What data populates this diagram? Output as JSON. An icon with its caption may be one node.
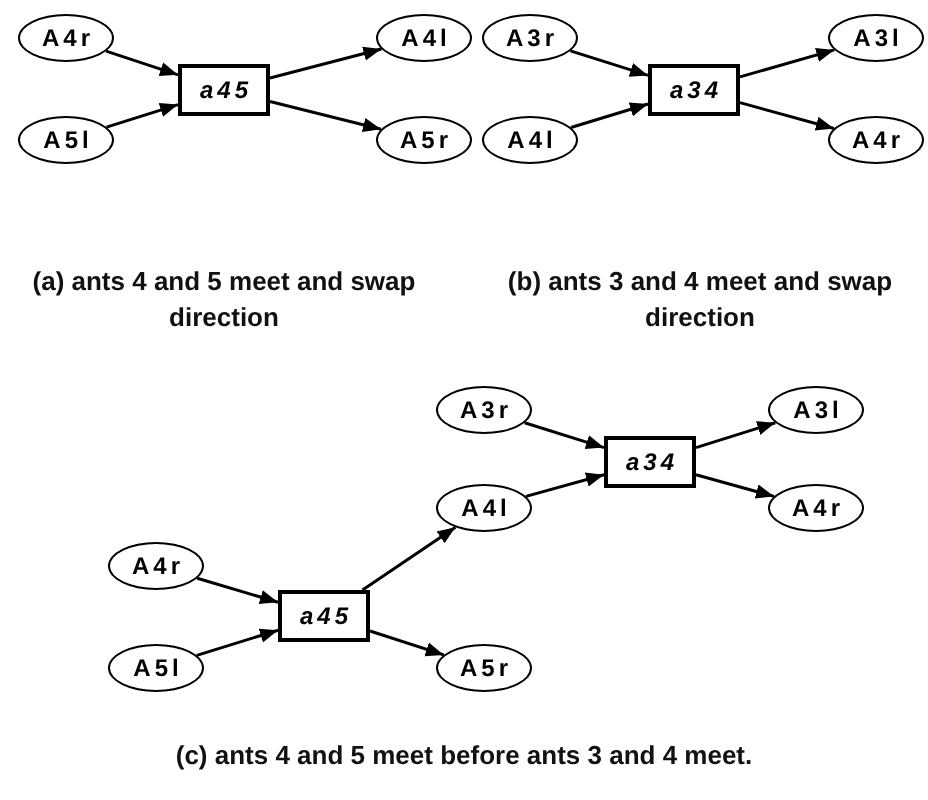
{
  "diagram": {
    "nodes": [
      {
        "text": [
          "A4r"
        ]
      },
      {
        "text": [
          "A5l"
        ]
      },
      {
        "text": [
          "a45"
        ]
      },
      {
        "text": [
          "A4l"
        ]
      },
      {
        "text": [
          "A5r"
        ]
      },
      {
        "text": [
          "A3r"
        ]
      },
      {
        "text": [
          "A4l"
        ]
      },
      {
        "text": [
          "a34"
        ]
      },
      {
        "text": [
          "A3l"
        ]
      },
      {
        "text": [
          "A4r"
        ]
      },
      {
        "text": [
          "A3r"
        ]
      },
      {
        "text": [
          "A4l"
        ]
      },
      {
        "text": [
          "a34"
        ]
      },
      {
        "text": [
          "A3l"
        ]
      },
      {
        "text": [
          "A4r"
        ]
      },
      {
        "text": [
          "A4r"
        ]
      },
      {
        "text": [
          "A5l"
        ]
      },
      {
        "text": [
          "a45"
        ]
      },
      {
        "text": [
          "A5r"
        ]
      }
    ],
    "edges": [
      {
        "from": 0,
        "to": 2,
        "arrow": "to"
      },
      {
        "from": 1,
        "to": 2,
        "arrow": "to"
      },
      {
        "from": 2,
        "to": 3,
        "arrow": "to"
      },
      {
        "from": 2,
        "to": 4,
        "arrow": "to"
      },
      {
        "from": 5,
        "to": 7,
        "arrow": "to"
      },
      {
        "from": 6,
        "to": 7,
        "arrow": "to"
      },
      {
        "from": 7,
        "to": 8,
        "arrow": "to"
      },
      {
        "from": 7,
        "to": 9,
        "arrow": "to"
      },
      {
        "from": 10,
        "to": 12,
        "arrow": "to"
      },
      {
        "from": 11,
        "to": 12,
        "arrow": "to"
      },
      {
        "from": 12,
        "to": 13,
        "arrow": "to"
      },
      {
        "from": 12,
        "to": 14,
        "arrow": "to"
      },
      {
        "from": 15,
        "to": 17,
        "arrow": "to"
      },
      {
        "from": 16,
        "to": 17,
        "arrow": "to"
      },
      {
        "from": 17,
        "to": 11,
        "arrow": "to"
      },
      {
        "from": 17,
        "to": 18,
        "arrow": "to"
      }
    ],
    "labels": [
      "(a) ants 4 and 5 meet and swap direction",
      "(b) ants 3 and 4 meet and swap direction",
      "(c) ants 4 and 5 meet before ants 3 and 4 meet."
    ]
  }
}
